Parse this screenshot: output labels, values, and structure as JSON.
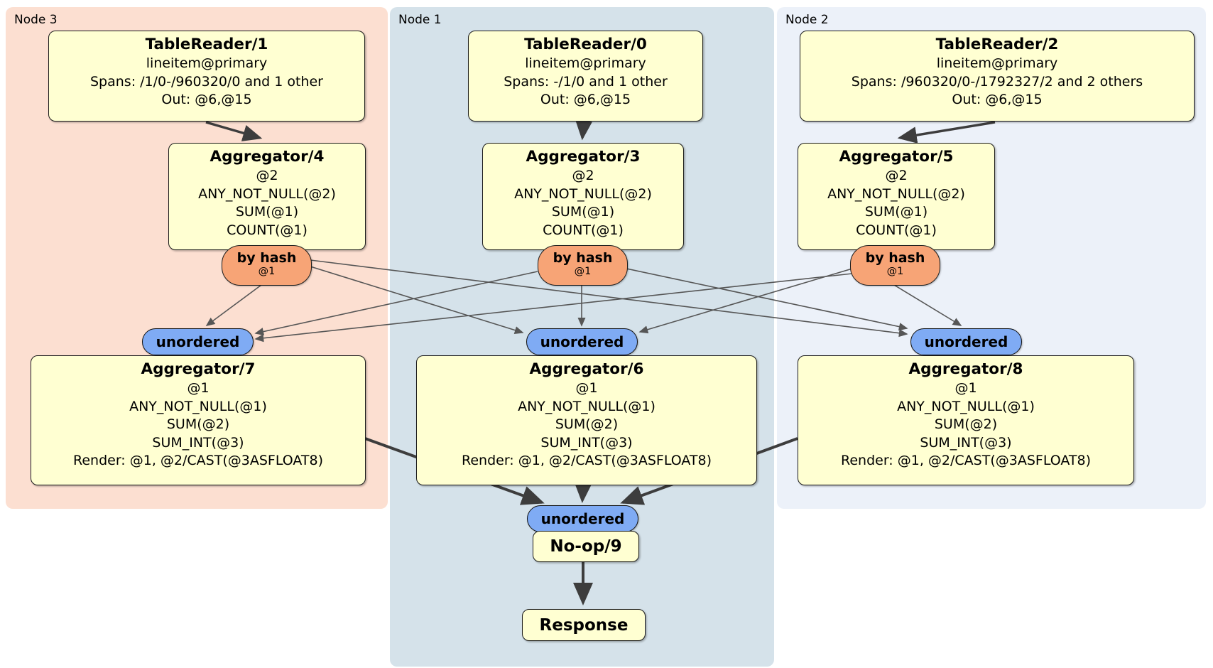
{
  "colors": {
    "panelNode3": "#fcdfd1",
    "panelNode1": "#d5e2ea",
    "panelNode2": "#ecf1f9",
    "box": "#ffffd2",
    "router": "#f7a476",
    "sync": "#7fabf4",
    "edge": "#3d3d3d",
    "edgeThin": "#565656"
  },
  "panels": {
    "node3": {
      "label": "Node 3"
    },
    "node1": {
      "label": "Node 1"
    },
    "node2": {
      "label": "Node 2"
    }
  },
  "processors": {
    "tr1": {
      "title": "TableReader/1",
      "rows": [
        "lineitem@primary",
        "Spans: /1/0-/960320/0 and 1 other",
        "Out: @6,@15"
      ]
    },
    "tr0": {
      "title": "TableReader/0",
      "rows": [
        "lineitem@primary",
        "Spans: -/1/0 and 1 other",
        "Out: @6,@15"
      ]
    },
    "tr2": {
      "title": "TableReader/2",
      "rows": [
        "lineitem@primary",
        "Spans: /960320/0-/1792327/2 and 2 others",
        "Out: @6,@15"
      ]
    },
    "agg4": {
      "title": "Aggregator/4",
      "rows": [
        "@2",
        "ANY_NOT_NULL(@2)",
        "SUM(@1)",
        "COUNT(@1)"
      ]
    },
    "agg3": {
      "title": "Aggregator/3",
      "rows": [
        "@2",
        "ANY_NOT_NULL(@2)",
        "SUM(@1)",
        "COUNT(@1)"
      ]
    },
    "agg5": {
      "title": "Aggregator/5",
      "rows": [
        "@2",
        "ANY_NOT_NULL(@2)",
        "SUM(@1)",
        "COUNT(@1)"
      ]
    },
    "agg7": {
      "title": "Aggregator/7",
      "rows": [
        "@1",
        "ANY_NOT_NULL(@1)",
        "SUM(@2)",
        "SUM_INT(@3)",
        "Render: @1, @2/CAST(@3ASFLOAT8)"
      ]
    },
    "agg6": {
      "title": "Aggregator/6",
      "rows": [
        "@1",
        "ANY_NOT_NULL(@1)",
        "SUM(@2)",
        "SUM_INT(@3)",
        "Render: @1, @2/CAST(@3ASFLOAT8)"
      ]
    },
    "agg8": {
      "title": "Aggregator/8",
      "rows": [
        "@1",
        "ANY_NOT_NULL(@1)",
        "SUM(@2)",
        "SUM_INT(@3)",
        "Render: @1, @2/CAST(@3ASFLOAT8)"
      ]
    },
    "noop": {
      "title": "No-op/9"
    },
    "response": {
      "title": "Response"
    }
  },
  "router": {
    "label": "by hash",
    "detail": "@1"
  },
  "sync": {
    "unordered": "unordered"
  }
}
